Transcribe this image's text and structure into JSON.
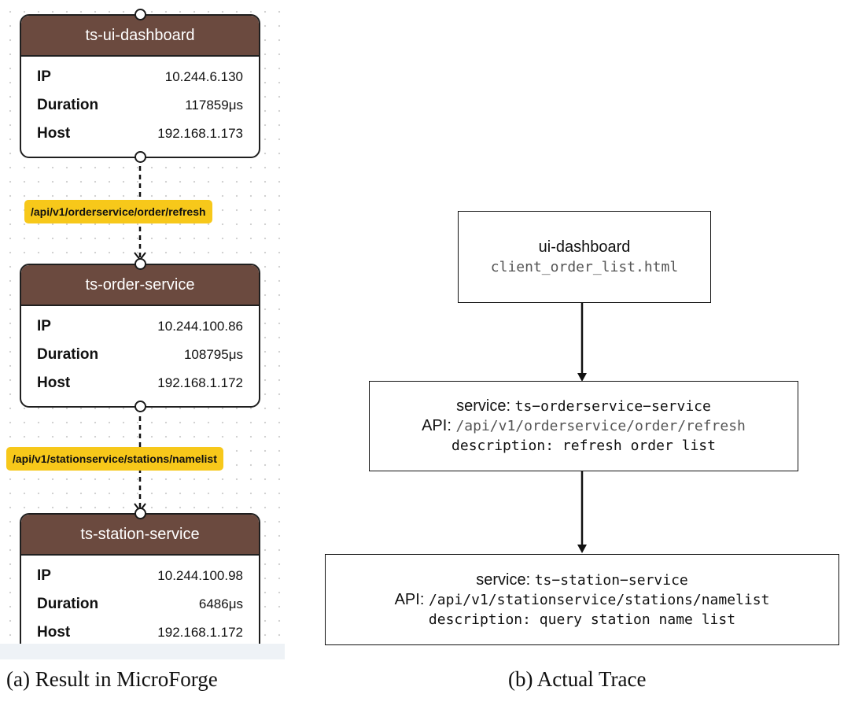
{
  "left": {
    "nodes": [
      {
        "title": "ts-ui-dashboard",
        "rows": [
          {
            "key": "IP",
            "value": "10.244.6.130"
          },
          {
            "key": "Duration",
            "value": "117859μs"
          },
          {
            "key": "Host",
            "value": "192.168.1.173"
          }
        ]
      },
      {
        "title": "ts-order-service",
        "rows": [
          {
            "key": "IP",
            "value": "10.244.100.86"
          },
          {
            "key": "Duration",
            "value": "108795μs"
          },
          {
            "key": "Host",
            "value": "192.168.1.172"
          }
        ]
      },
      {
        "title": "ts-station-service",
        "rows": [
          {
            "key": "IP",
            "value": "10.244.100.98"
          },
          {
            "key": "Duration",
            "value": "6486μs"
          },
          {
            "key": "Host",
            "value": "192.168.1.172"
          }
        ]
      }
    ],
    "edges": [
      {
        "label": "/api/v1/orderservice/order/refresh"
      },
      {
        "label": "/api/v1/stationservice/stations/namelist"
      }
    ]
  },
  "right": {
    "boxes": [
      {
        "line1": "ui-dashboard",
        "line2": "client_order_list.html"
      },
      {
        "service_prefix": "service: ",
        "service": "ts−orderservice−service",
        "api_prefix": "API: ",
        "api": "/api/v1/orderservice/order/refresh",
        "desc": "description: refresh order list"
      },
      {
        "service_prefix": "service: ",
        "service": "ts−station−service",
        "api_prefix": "API: ",
        "api": "/api/v1/stationservice/stations/namelist",
        "desc": "description: query station name list"
      }
    ]
  },
  "captions": {
    "a": "(a) Result in MicroForge",
    "b": "(b) Actual Trace"
  },
  "colors": {
    "node_header": "#6b4a3f",
    "edge_label": "#f7c81a"
  }
}
